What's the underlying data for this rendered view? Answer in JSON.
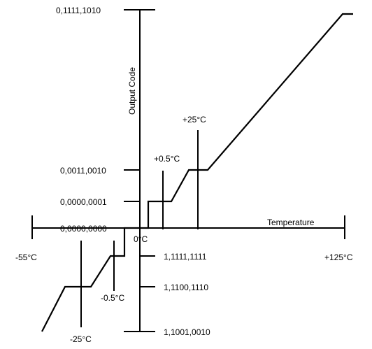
{
  "diagram": {
    "y_axis_label": "Output Code",
    "x_axis_label": "Temperature",
    "origin_label": "0°C",
    "temperature_labels": {
      "min": "-55°C",
      "neg25": "-25°C",
      "neg0_5": "-0.5°C",
      "pos0_5": "+0.5°C",
      "pos25": "+25°C",
      "max": "+125°C"
    },
    "code_labels": {
      "max_code": "0,1111,1010",
      "code_25": "0,0011,0010",
      "code_0_5": "0,0000,0001",
      "code_zero": "0,0000,0000",
      "code_neg0_5": "1,1111,1111",
      "code_neg25": "1,1100,1110",
      "code_min": "1,1001,0010"
    }
  }
}
